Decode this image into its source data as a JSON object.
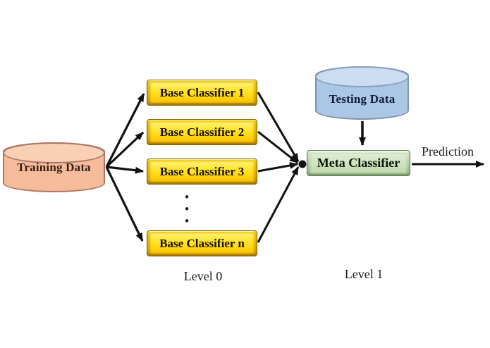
{
  "diagram": {
    "background_color": "#ffffff",
    "arrow_color": "#111111",
    "nodes": {
      "training_data": {
        "label": "Training Data",
        "shape": "cylinder",
        "body_color": "#f6bb9b",
        "top_color": "#f9cfb6",
        "border_color": "#ab7663",
        "text_color": "#301e12"
      },
      "base_classifiers": {
        "items": [
          {
            "label": "Base Classifier 1"
          },
          {
            "label": "Base Classifier 2"
          },
          {
            "label": "Base Classifier 3"
          },
          {
            "label": "Base Classifier n"
          }
        ],
        "ellipsis": "•\n•\n•",
        "fill_color": "#ffd814",
        "border_color": "#81610a",
        "text_color": "#191103"
      },
      "testing_data": {
        "label": "Testing Data",
        "shape": "cylinder",
        "body_color": "#aac7e5",
        "top_color": "#cbddf2",
        "border_color": "#7e93ad",
        "text_color": "#101d3a"
      },
      "meta_classifier": {
        "label": "Meta Classifier",
        "fill_color": "#cfe3bf",
        "border_color": "#5f7c51",
        "text_color": "#101408"
      }
    },
    "annotations": {
      "prediction": "Prediction",
      "level0": "Level 0",
      "level1": "Level 1"
    }
  }
}
